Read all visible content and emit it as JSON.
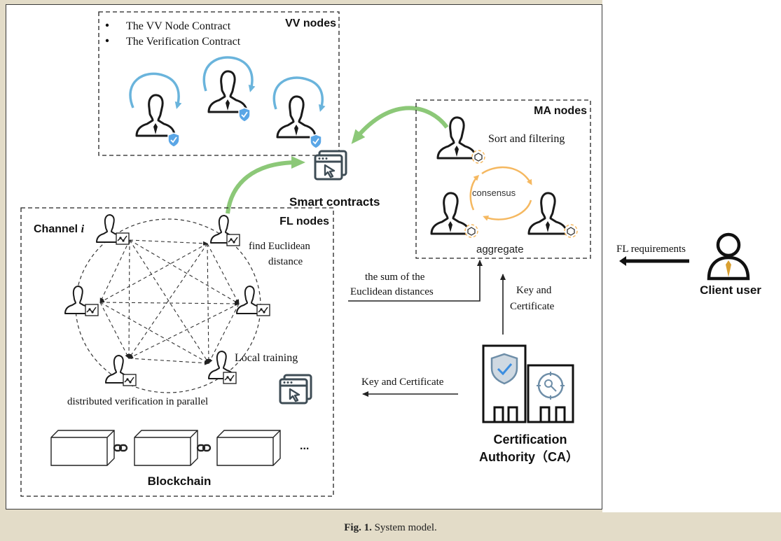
{
  "figure": {
    "caption_label": "Fig. 1.",
    "caption_text": "System model."
  },
  "vv_nodes": {
    "title": "VV nodes",
    "bullets": [
      "The VV Node Contract",
      "The Verification Contract"
    ]
  },
  "smart_contracts": {
    "label": "Smart contracts"
  },
  "ma_nodes": {
    "title": "MA nodes",
    "sort_label": "Sort and filtering",
    "consensus_label": "consensus",
    "aggregate_label": "aggregate"
  },
  "fl_nodes": {
    "title": "FL nodes",
    "channel_label": "Channel",
    "channel_index": "i",
    "euclid_line1": "find Euclidean",
    "euclid_line2": "distance",
    "local_training": "Local training",
    "verification": "distributed verification in parallel"
  },
  "blockchain": {
    "label": "Blockchain",
    "ellipsis": "..."
  },
  "arrows": {
    "sum_line1": "the sum of the",
    "sum_line2": "Euclidean distances",
    "key_cert_up_line1": "Key and",
    "key_cert_up_line2": "Certificate",
    "key_cert_left": "Key and Certificate",
    "fl_requirements": "FL requirements"
  },
  "ca": {
    "line1": "Certification",
    "line2": "Authority（CA）"
  },
  "client": {
    "label": "Client user"
  },
  "colors": {
    "node_arrow_blue": "#6ab4dc",
    "curve_green": "#8cc878",
    "consensus_orange": "#f5b860",
    "shield_blue": "#5aa6e6",
    "ca_shield": "#6e8ea8"
  }
}
